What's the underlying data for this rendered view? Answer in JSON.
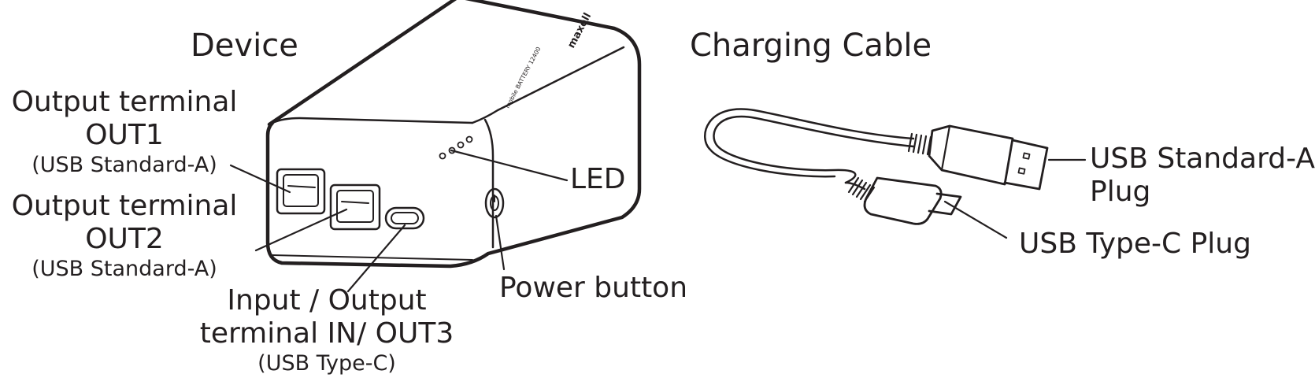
{
  "colors": {
    "ink": "#231f20",
    "background": "#ffffff"
  },
  "device": {
    "title": "Device",
    "out1": {
      "line1": "Output terminal",
      "line2": "OUT1",
      "line3": "(USB Standard-A)"
    },
    "out2": {
      "line1": "Output terminal",
      "line2": "OUT2",
      "line3": "(USB Standard-A)"
    },
    "inout3": {
      "line1": "Input / Output",
      "line2": "terminal IN/ OUT3",
      "line3": "(USB Type-C)"
    },
    "led": "LED",
    "power_button": "Power button",
    "brand": "maxell",
    "product_text": "mobile BATTERY  12400"
  },
  "cable": {
    "title": "Charging Cable",
    "usb_a": {
      "line1": "USB Standard-A",
      "line2": "Plug"
    },
    "usb_c": "USB Type-C Plug"
  }
}
